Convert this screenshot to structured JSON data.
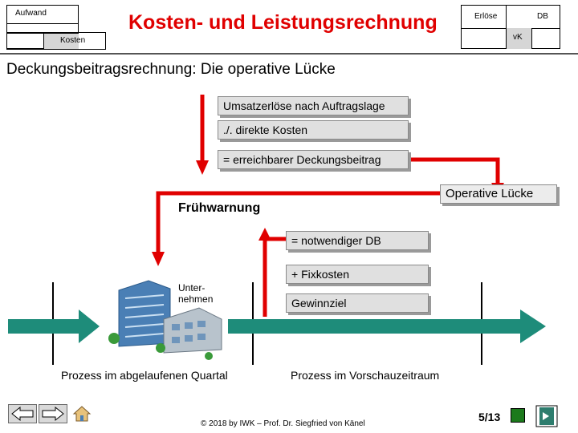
{
  "header": {
    "title": "Kosten- und Leistungsrechnung",
    "left_box_top": "Aufwand",
    "left_box_bottom": "Kosten",
    "right_box_left": "Erlöse",
    "right_box_right": "DB",
    "right_box_bottom": "vK"
  },
  "slide": {
    "subtitle": "Deckungsbeitragsrechnung: Die operative Lücke",
    "box_umsatz": "Umsatzerlöse nach Auftragslage",
    "box_direkt": "./. direkte Kosten",
    "box_erreichbar": "= erreichbarer Deckungsbeitrag",
    "box_luecke": "Operative Lücke",
    "label_fruehwarnung": "Frühwarnung",
    "box_notwendig": "= notwendiger DB",
    "box_fix": "+ Fixkosten",
    "box_gewinn": "Gewinnziel",
    "company_label": "Unter-\nnehmen",
    "left_period": "Prozess im abgelaufenen Quartal",
    "right_period": "Prozess im Vorschauzeitraum"
  },
  "footer": {
    "copyright": "© 2018 by IWK – Prof. Dr. Siegfried von Känel",
    "page": "5/13"
  },
  "colors": {
    "title_red": "#e00000",
    "arrow_red": "#e00000",
    "timeline_teal": "#1e8c7a",
    "box_gray": "#e0e0e0"
  },
  "icons": [
    "arrow-left-icon",
    "arrow-right-icon",
    "home-icon",
    "exit-icon",
    "building-icon"
  ]
}
